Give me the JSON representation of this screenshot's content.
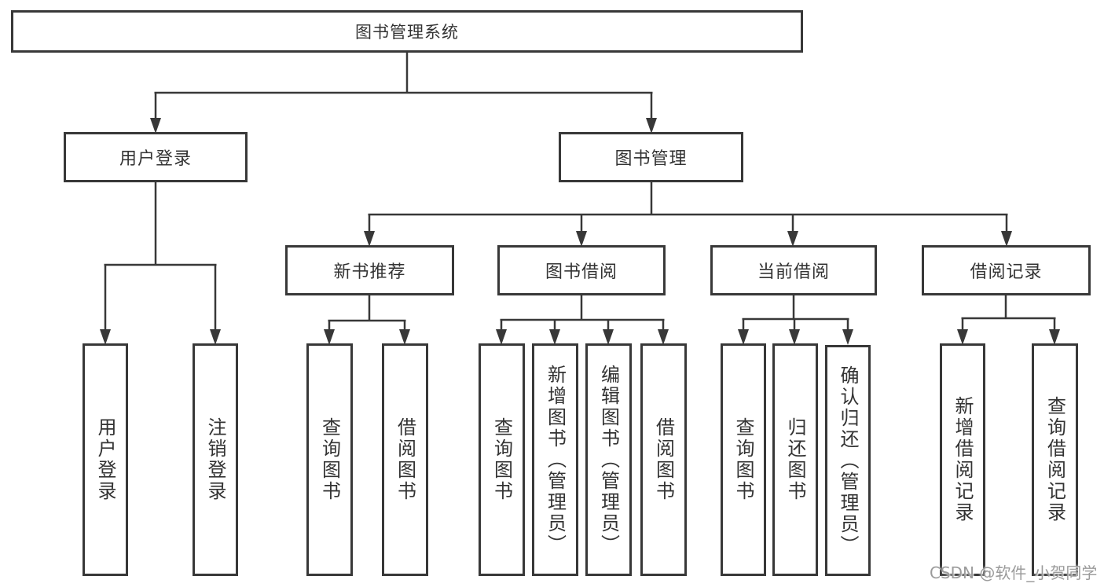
{
  "diagram": {
    "root": {
      "label": "图书管理系统"
    },
    "level1": [
      {
        "label": "用户登录",
        "children": [
          {
            "label": "用户登录"
          },
          {
            "label": "注销登录"
          }
        ]
      },
      {
        "label": "图书管理",
        "children": [
          {
            "label": "新书推荐",
            "children": [
              {
                "label": "查询图书"
              },
              {
                "label": "借阅图书"
              }
            ]
          },
          {
            "label": "图书借阅",
            "children": [
              {
                "label": "查询图书"
              },
              {
                "label": "新增图书（管理员）"
              },
              {
                "label": "编辑图书（管理员）"
              },
              {
                "label": "借阅图书"
              }
            ]
          },
          {
            "label": "当前借阅",
            "children": [
              {
                "label": "查询图书"
              },
              {
                "label": "归还图书"
              },
              {
                "label": "确认归还（管理员）"
              }
            ]
          },
          {
            "label": "借阅记录",
            "children": [
              {
                "label": "新增借阅记录"
              },
              {
                "label": "查询借阅记录"
              }
            ]
          }
        ]
      }
    ],
    "watermark": "CSDN @软件_小贺同学",
    "colors": {
      "line": "#383838",
      "text": "#333333",
      "watermark": "#9b9b9b",
      "background": "#ffffff"
    }
  }
}
